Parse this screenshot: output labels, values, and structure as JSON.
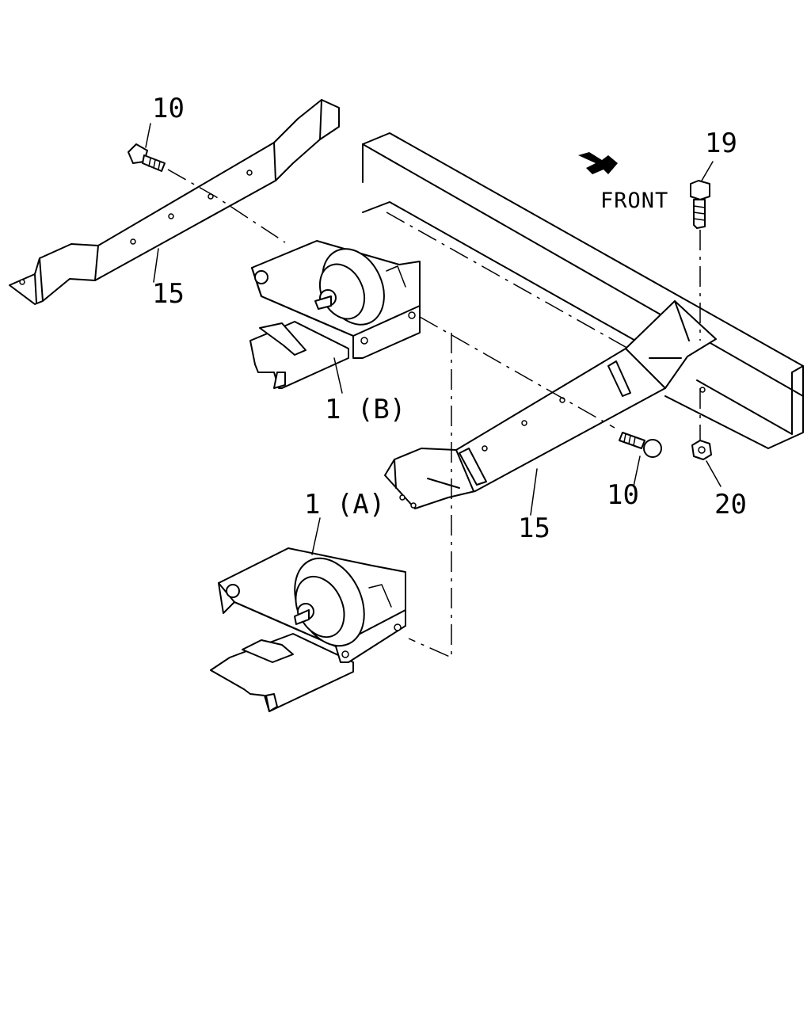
{
  "labels": {
    "bolt_left": "10",
    "bolt_right": "10",
    "crossmember_left": "15",
    "crossmember_right": "15",
    "bolt_top": "19",
    "nut": "20",
    "mount_a": "1 (A)",
    "mount_b": "1 (B)",
    "front": "FRONT"
  },
  "icons": {
    "front_arrow": "arrow-icon"
  }
}
